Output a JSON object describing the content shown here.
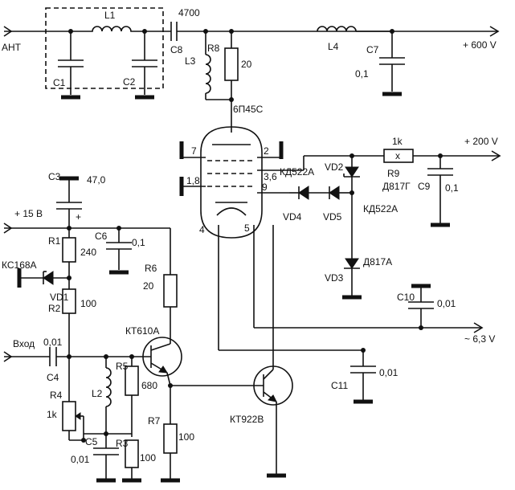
{
  "labels": {
    "ant": "АНТ",
    "c8_value": "4700",
    "c8": "С8",
    "l1": "L1",
    "c1": "С1",
    "c2": "С2",
    "l3": "L3",
    "r8": "R8",
    "r8_value": "20",
    "l4": "L4",
    "c7": "С7",
    "c7_value": "0,1",
    "plus600": "+ 600 V",
    "tube": "6П45С",
    "pin7": "7",
    "pin2": "2",
    "pin18": "1,8",
    "pin36": "3,6",
    "pin9": "9",
    "pin4": "4",
    "pin5": "5",
    "r9_value": "1k",
    "r9": "R9",
    "r9_mark": "x",
    "d817g": "Д817Г",
    "plus200": "+ 200 V",
    "c9": "С9",
    "c9_value": "0,1",
    "vd2": "VD2",
    "kd522_top": "КД522А",
    "kd522_right": "КД522А",
    "vd4": "VD4",
    "vd5": "VD5",
    "vd3": "VD3",
    "d817a": "Д817А",
    "c10": "С10",
    "c10_value": "0,01",
    "ac63": "~ 6,3 V",
    "c11": "С11",
    "c11_value": "0,01",
    "kt922": "КТ922В",
    "c3": "С3",
    "c3_value": "47,0",
    "plus15": "+ 15 В",
    "c3_plus": "+",
    "r1": "R1",
    "r1_value": "240",
    "c6": "С6",
    "c6_value": "0,1",
    "kc168": "КС168А",
    "vd1": "VD1",
    "r2": "R2",
    "r2_value": "100",
    "r6": "R6",
    "r6_value": "20",
    "kt610": "КТ610А",
    "input": "Вход",
    "c4_value": "0,01",
    "c4": "С4",
    "r5": "R5",
    "r5_value": "680",
    "l2": "L2",
    "r4": "R4",
    "r4_value": "1k",
    "r7": "R7",
    "r7_value": "100",
    "c5": "С5",
    "c5_value": "0,01",
    "r3": "R3",
    "r3_value": "100"
  }
}
